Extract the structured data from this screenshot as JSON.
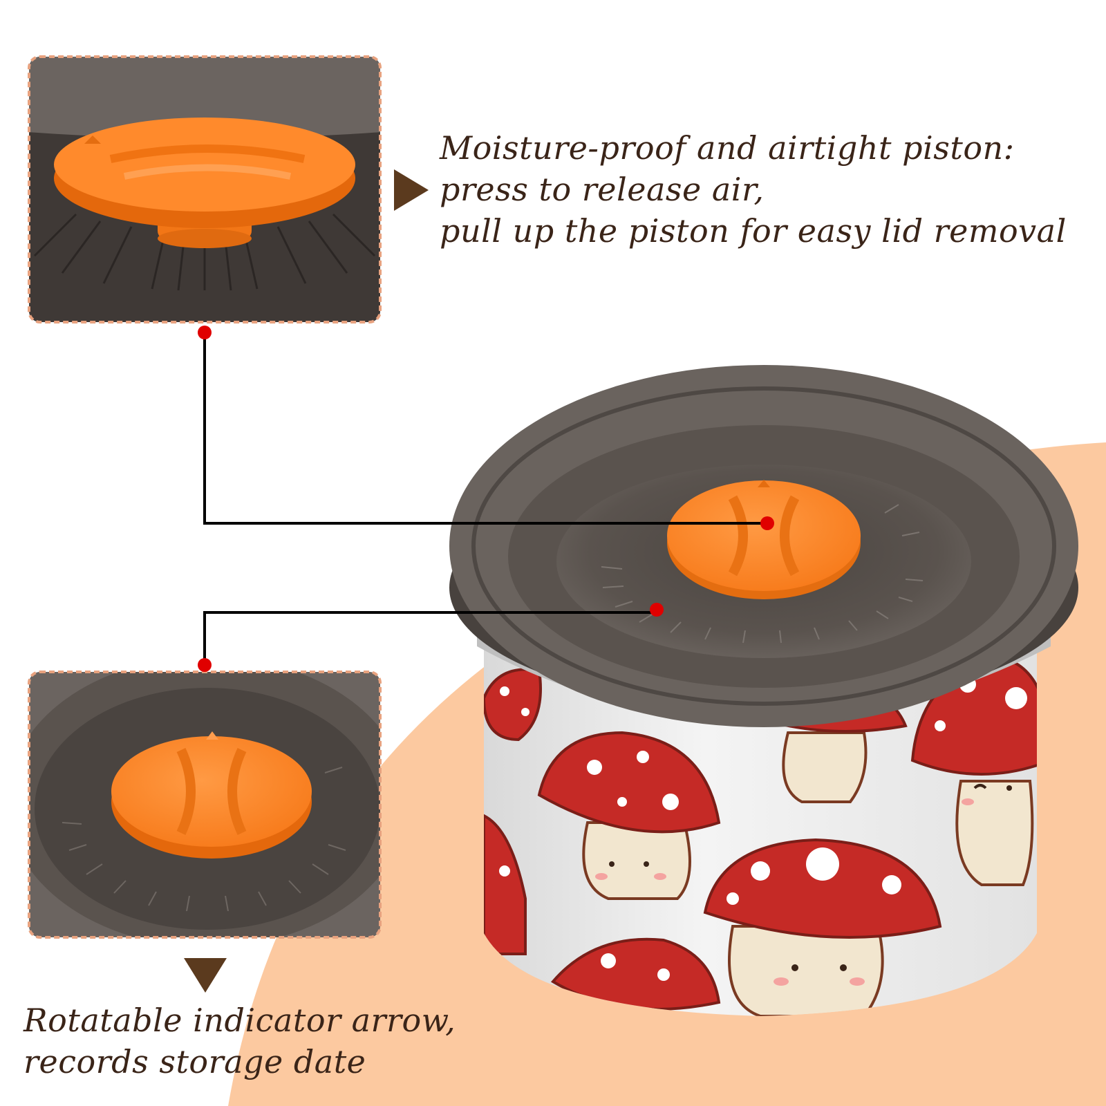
{
  "captions": {
    "piston": {
      "line1": "Moisture-proof and airtight piston:",
      "line2": "press to release air,",
      "line3": "pull up the piston for easy lid removal"
    },
    "indicator": {
      "line1": "Rotatable indicator arrow,",
      "line2": "records storage date"
    }
  },
  "colors": {
    "background_blob": "#fcc9a0",
    "detail_frame": "#e8a27f",
    "lid": "#5d5651",
    "piston": "#ff8a2c",
    "callout_dot": "#e00000",
    "arrow": "#5b3a1e",
    "mushroom_cap": "#c52a26"
  },
  "icons": {
    "pointer_right": "triangle-right-icon",
    "pointer_down": "triangle-down-icon"
  }
}
